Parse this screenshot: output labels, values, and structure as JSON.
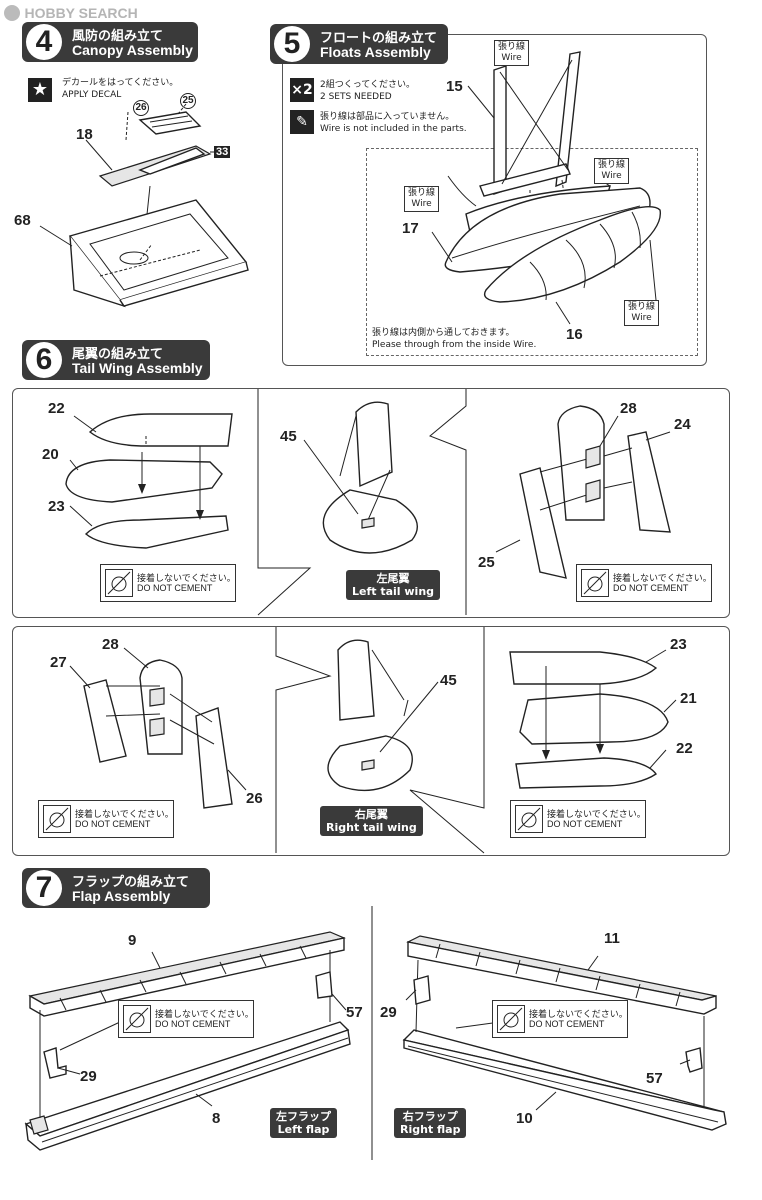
{
  "watermark": "HOBBY SEARCH",
  "step4": {
    "num": "4",
    "title_jp": "風防の組み立て",
    "title_en": "Canopy Assembly",
    "decal_jp": "デカールをはってください。",
    "decal_en": "APPLY DECAL",
    "parts": [
      "26",
      "25",
      "18",
      "33",
      "68"
    ]
  },
  "step5": {
    "num": "5",
    "title_jp": "フロートの組み立て",
    "title_en": "Floats Assembly",
    "x2": "×2",
    "sets_jp": "2組つくってください。",
    "sets_en": "2 SETS NEEDED",
    "wire_note_jp": "張り線は部品に入っていません。",
    "wire_note_en": "Wire is not included in the parts.",
    "wire_jp": "張り線",
    "wire_en": "Wire",
    "through_jp": "張り線は内側から通しておきます。",
    "through_en": "Please through from the inside Wire.",
    "parts": [
      "15",
      "17",
      "16"
    ]
  },
  "step6": {
    "num": "6",
    "title_jp": "尾翼の組み立て",
    "title_en": "Tail Wing Assembly",
    "nc_jp": "接着しないでください。",
    "nc_en": "DO NOT CEMENT",
    "left_jp": "左尾翼",
    "left_en": "Left tail wing",
    "right_jp": "右尾翼",
    "right_en": "Right tail wing",
    "parts_top": [
      "22",
      "20",
      "23",
      "45",
      "28",
      "24",
      "25"
    ],
    "parts_bottom": [
      "27",
      "28",
      "26",
      "45",
      "23",
      "21",
      "22"
    ]
  },
  "step7": {
    "num": "7",
    "title_jp": "フラップの組み立て",
    "title_en": "Flap Assembly",
    "nc_jp": "接着しないでください。",
    "nc_en": "DO NOT CEMENT",
    "left_jp": "左フラップ",
    "left_en": "Left flap",
    "right_jp": "右フラップ",
    "right_en": "Right flap",
    "parts_left": [
      "9",
      "57",
      "29",
      "8"
    ],
    "parts_right": [
      "11",
      "29",
      "57",
      "10"
    ]
  }
}
